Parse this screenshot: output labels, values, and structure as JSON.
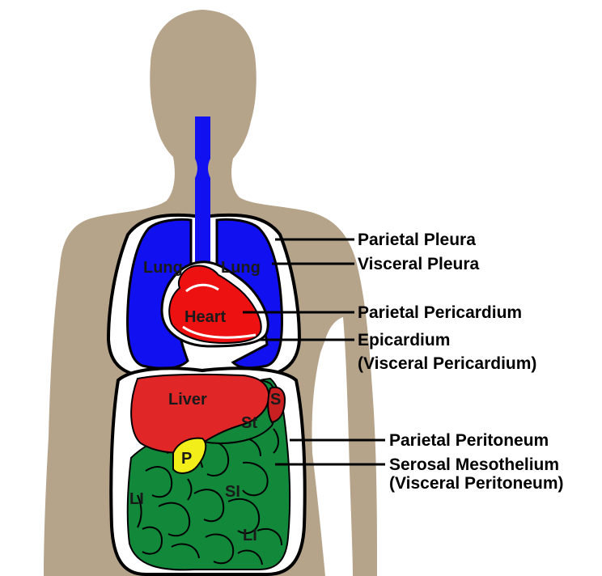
{
  "colors": {
    "skin": "#b5a38a",
    "lung": "#1010f0",
    "airway": "#1010f0",
    "heart": "#ee1111",
    "liver": "#e02626",
    "spleen": "#c82020",
    "intestine": "#12883a",
    "pancreas": "#f2ee1a",
    "membrane": "#ffffff",
    "outline": "#000000"
  },
  "organs": {
    "lung_left": "Lung",
    "lung_right": "Lung",
    "heart": "Heart",
    "liver": "Liver",
    "spleen": "S",
    "stomach": "St",
    "pancreas": "P",
    "large_intestine_upper": "LI",
    "small_intestine": "SI",
    "large_intestine_lower": "LI"
  },
  "callouts": [
    {
      "id": "parietal-pleura",
      "lines": [
        "Parietal Pleura"
      ]
    },
    {
      "id": "visceral-pleura",
      "lines": [
        "Visceral Pleura"
      ]
    },
    {
      "id": "parietal-pericardium",
      "lines": [
        "Parietal Pericardium"
      ]
    },
    {
      "id": "epicardium",
      "lines": [
        "Epicardium",
        "(Visceral Pericardium)"
      ]
    },
    {
      "id": "parietal-peritoneum",
      "lines": [
        "Parietal Peritoneum"
      ]
    },
    {
      "id": "serosal-mesothelium",
      "lines": [
        "Serosal Mesothelium",
        "(Visceral Peritoneum)"
      ]
    }
  ]
}
